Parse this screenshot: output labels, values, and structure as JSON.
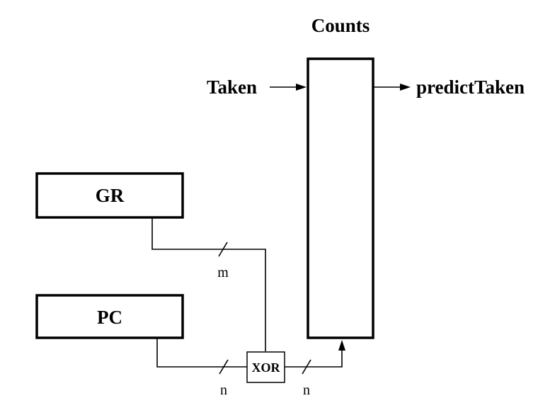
{
  "diagram": {
    "title": "Counts",
    "input_label": "Taken",
    "output_label": "predictTaken",
    "gr_label": "GR",
    "pc_label": "PC",
    "xor_label": "XOR",
    "gr_width_label": "m",
    "pc_width_label": "n",
    "xor_out_width_label": "n"
  }
}
